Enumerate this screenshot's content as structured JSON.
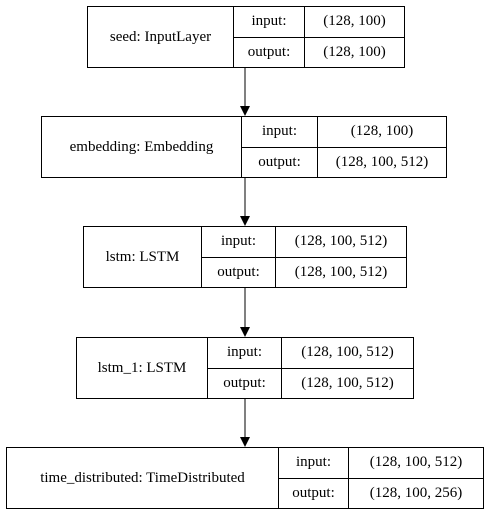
{
  "layers": [
    {
      "name": "seed: InputLayer",
      "input_label": "input:",
      "output_label": "output:",
      "input_shape": "(128, 100)",
      "output_shape": "(128, 100)"
    },
    {
      "name": "embedding: Embedding",
      "input_label": "input:",
      "output_label": "output:",
      "input_shape": "(128, 100)",
      "output_shape": "(128, 100, 512)"
    },
    {
      "name": "lstm: LSTM",
      "input_label": "input:",
      "output_label": "output:",
      "input_shape": "(128, 100, 512)",
      "output_shape": "(128, 100, 512)"
    },
    {
      "name": "lstm_1: LSTM",
      "input_label": "input:",
      "output_label": "output:",
      "input_shape": "(128, 100, 512)",
      "output_shape": "(128, 100, 512)"
    },
    {
      "name": "time_distributed: TimeDistributed",
      "input_label": "input:",
      "output_label": "output:",
      "input_shape": "(128, 100, 512)",
      "output_shape": "(128, 100, 256)"
    }
  ],
  "edges": [
    [
      0,
      1
    ],
    [
      1,
      2
    ],
    [
      2,
      3
    ],
    [
      3,
      4
    ]
  ],
  "colors": {
    "stroke": "#000000",
    "background": "#ffffff"
  }
}
